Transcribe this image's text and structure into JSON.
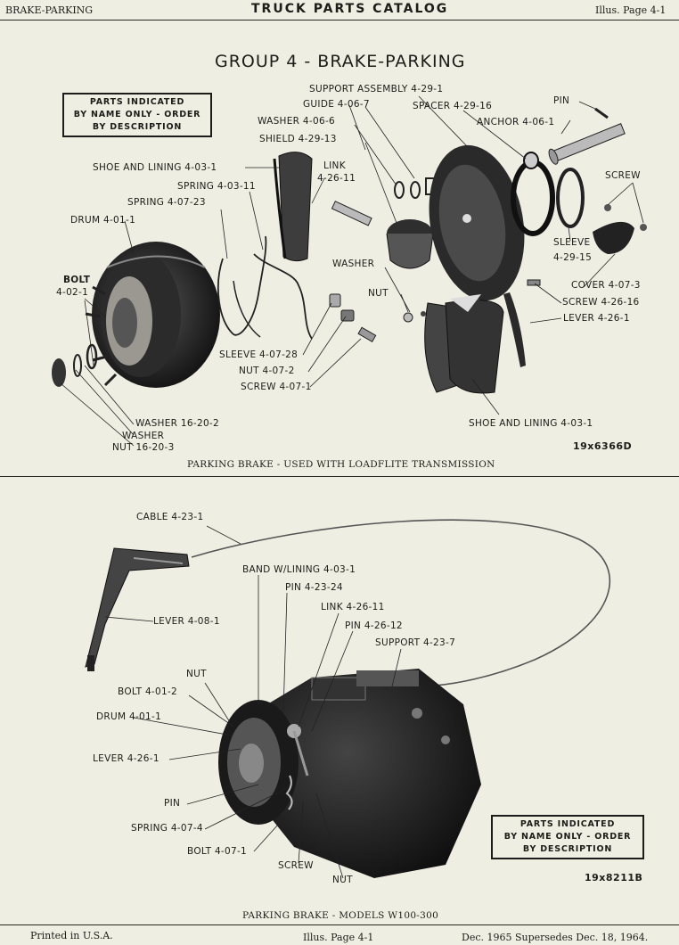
{
  "header": {
    "left": "BRAKE-PARKING",
    "center": "TRUCK PARTS CATALOG",
    "right": "Illus. Page 4-1"
  },
  "group_title": "GROUP 4 - BRAKE-PARKING",
  "notice": {
    "top": [
      "PARTS INDICATED",
      "BY NAME ONLY - ORDER",
      "BY DESCRIPTION"
    ],
    "bottom": [
      "PARTS INDICATED",
      "BY NAME ONLY - ORDER",
      "BY DESCRIPTION"
    ]
  },
  "top_labels": {
    "support_assembly": "SUPPORT ASSEMBLY  4-29-1",
    "guide": "GUIDE  4-06-7",
    "spacer": "SPACER  4-29-16",
    "pin": "PIN",
    "washer_406": "WASHER  4-06-6",
    "anchor": "ANCHOR  4-06-1",
    "shield": "SHIELD 4-29-13",
    "shoe_lining_1": "SHOE AND LINING  4-03-1",
    "link": "LINK",
    "link_num": "4-26-11",
    "spring_403": "SPRING  4-03-11",
    "spring_407": "SPRING  4-07-23",
    "screw_top": "SCREW",
    "drum": "DRUM  4-01-1",
    "sleeve_429": "SLEEVE",
    "sleeve_429_num": "4-29-15",
    "washer": "WASHER",
    "bolt": "BOLT",
    "bolt_num": "4-02-1",
    "nut": "NUT",
    "cover": "COVER  4-07-3",
    "screw_426": "SCREW  4-26-16",
    "lever_426": "LEVER  4-26-1",
    "sleeve_407": "SLEEVE  4-07-28",
    "nut_407": "NUT  4-07-2",
    "screw_407": "SCREW  4-07-1",
    "washer_1620": "WASHER  16-20-2",
    "washer_plain": "WASHER",
    "nut_1620": "NUT  16-20-3",
    "shoe_lining_2": "SHOE AND LINING  4-03-1"
  },
  "top_illus_no": "19x6366D",
  "top_caption": "PARKING BRAKE - USED WITH LOADFLITE TRANSMISSION",
  "bottom_labels": {
    "cable": "CABLE  4-23-1",
    "band": "BAND W/LINING  4-03-1",
    "pin_423": "PIN  4-23-24",
    "link_426": "LINK  4-26-11",
    "pin_426": "PIN  4-26-12",
    "support_423": "SUPPORT  4-23-7",
    "lever_408": "LEVER  4-08-1",
    "nut": "NUT",
    "bolt_401": "BOLT  4-01-2",
    "drum": "DRUM  4-01-1",
    "lever_426": "LEVER  4-26-1",
    "pin": "PIN",
    "spring": "SPRING  4-07-4",
    "bolt_407": "BOLT  4-07-1",
    "screw": "SCREW",
    "nut2": "NUT"
  },
  "bottom_illus_no": "19x8211B",
  "bottom_caption": "PARKING BRAKE - MODELS W100-300",
  "footer": {
    "left": "Printed in U.S.A.",
    "center": "Illus. Page 4-1",
    "right": "Dec. 1965 Supersedes Dec. 18, 1964."
  }
}
